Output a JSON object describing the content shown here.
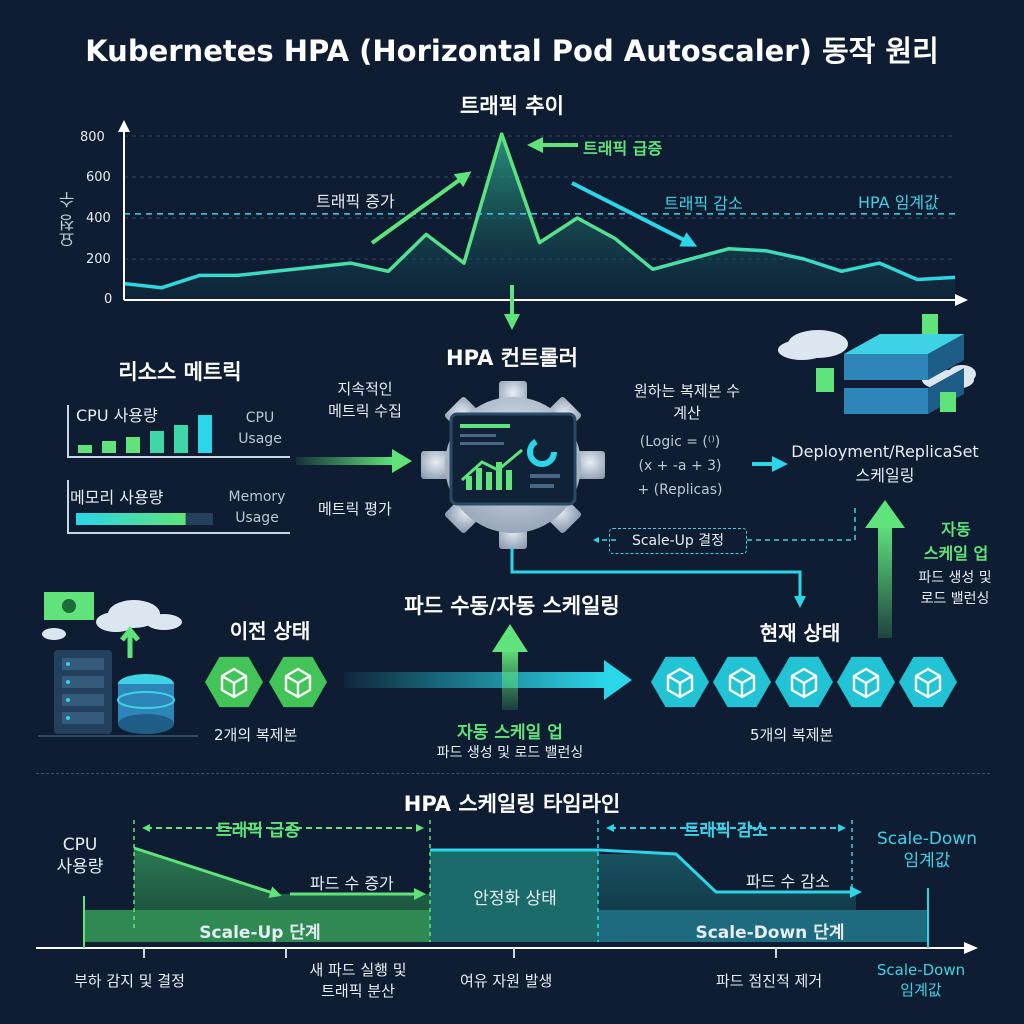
{
  "title": "Kubernetes HPA (Horizontal Pod Autoscaler) 동작 원리",
  "traffic": {
    "title": "트래픽 추이",
    "ylabel": "요청 수",
    "ticks": [
      "0",
      "200",
      "400",
      "600",
      "800"
    ],
    "spike_label": "트래픽 급증",
    "increase_label": "트래픽 증가",
    "decrease_label": "트래픽 감소",
    "threshold_label": "HPA 임계값"
  },
  "chart_data": {
    "type": "area",
    "ylim": [
      0,
      800
    ],
    "threshold": 420,
    "values": [
      80,
      60,
      120,
      120,
      140,
      160,
      180,
      140,
      320,
      180,
      810,
      280,
      400,
      300,
      150,
      200,
      250,
      240,
      200,
      140,
      180,
      100,
      110
    ]
  },
  "metrics": {
    "title": "리소스 메트릭",
    "cpu_label": "CPU 사용량",
    "cpu_en": [
      "CPU",
      "Usage"
    ],
    "cpu_bars": [
      0.2,
      0.3,
      0.4,
      0.55,
      0.7,
      0.95
    ],
    "mem_label": "메모리 사용량",
    "mem_en": [
      "Memory",
      "Usage"
    ],
    "mem_fill": 0.8
  },
  "controller": {
    "title": "HPA 컨트롤러",
    "collect": [
      "지속적인",
      "메트릭 수집"
    ],
    "evaluate": "메트릭 평가",
    "desired": [
      "원하는 복제본 수",
      "계산"
    ],
    "formula": [
      "(Logic = (⁽⁾)",
      "(x + -a + 3)",
      "+ (Replicas)"
    ],
    "scale_up_decision": "Scale-Up 결정"
  },
  "deployment": {
    "label": [
      "Deployment/ReplicaSet",
      "스케일링"
    ],
    "auto_scale": [
      "자동",
      "스케일 업"
    ],
    "auto_scale_sub": [
      "파드 생성 및",
      "로드 밸런싱"
    ]
  },
  "pods": {
    "section_title": "파드 수동/자동 스케일링",
    "before_title": "이전 상태",
    "before_caption": "2개의 복제본",
    "before_count": 2,
    "after_title": "현재 상태",
    "after_caption": "5개의 복제본",
    "after_count": 5,
    "auto_label": "자동 스케일 업",
    "auto_sub": "파드 생성 및 로드 밸런싱"
  },
  "timeline": {
    "title": "HPA 스케일링 타임라인",
    "cpu_label": [
      "CPU",
      "사용량"
    ],
    "spike": "트래픽 급증",
    "decrease": "트래픽 감소",
    "scale_down_threshold": [
      "Scale-Down",
      "임계값"
    ],
    "pod_increase": "파드 수 증가",
    "stable": "안정화 상태",
    "pod_decrease": "파드 수 감소",
    "scale_up_phase": "Scale-Up 단계",
    "scale_down_phase": "Scale-Down 단계",
    "bottom": {
      "detect": "부하 감지 및 결정",
      "new_pods": [
        "새 파드 실행 및",
        "트래픽 분산"
      ],
      "spare": "여유 자원 발생",
      "remove": "파드 점진적 제거",
      "threshold": [
        "Scale-Down",
        "임계값"
      ]
    }
  }
}
